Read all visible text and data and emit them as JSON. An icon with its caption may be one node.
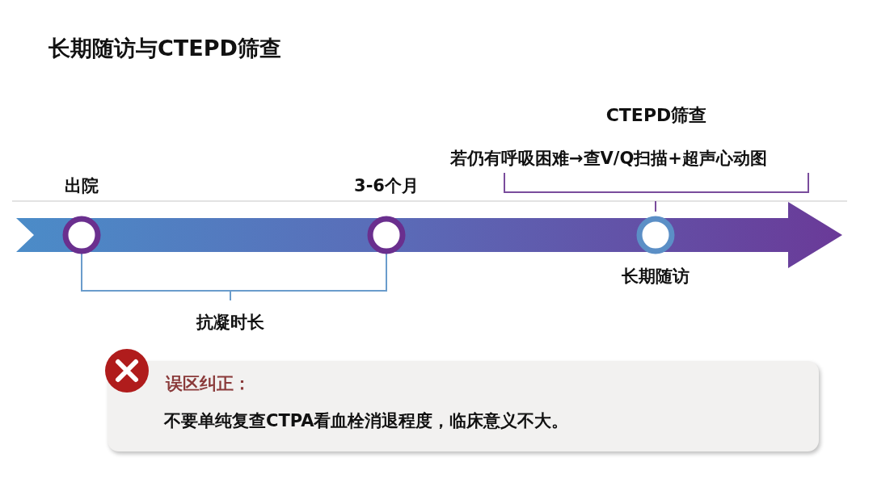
{
  "diagram": {
    "title": "长期随访与CTEPD筛查",
    "nodes": [
      {
        "text": [],
        "shape": "circle",
        "beside": [
          "出院"
        ]
      },
      {
        "text": [],
        "shape": "circle",
        "beside": [
          "3-6个月"
        ]
      },
      {
        "text": [],
        "shape": "circle",
        "beside": [
          "长期随访"
        ]
      },
      {
        "text": [
          "误区纠正：",
          "不要单纯复查CTPA看血栓消退程度，临床意义不大。"
        ]
      }
    ],
    "labels": [
      "CTEPD筛查",
      "若仍有呼吸困难→查V/Q扫描+超声心动图",
      "抗凝时长"
    ]
  }
}
